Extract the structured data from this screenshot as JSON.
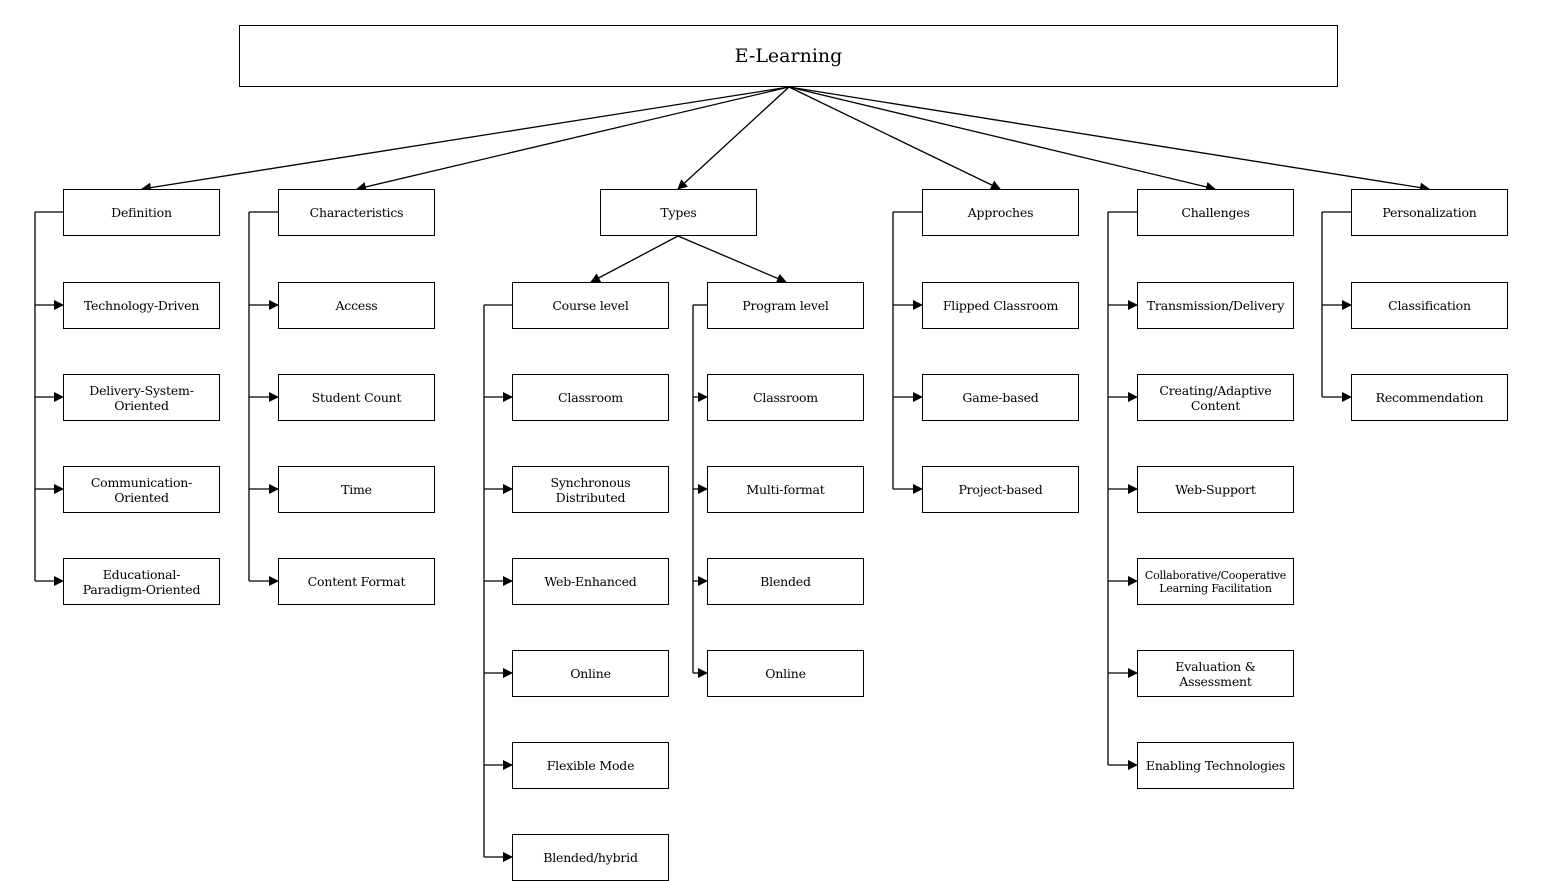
{
  "root": "E-Learning",
  "categories": {
    "definition": {
      "label": "Definition",
      "items": [
        "Technology-Driven",
        "Delivery-System-Oriented",
        "Communication-Oriented",
        "Educational-Paradigm-Oriented"
      ]
    },
    "characteristics": {
      "label": "Characteristics",
      "items": [
        "Access",
        "Student Count",
        "Time",
        "Content Format"
      ]
    },
    "types": {
      "label": "Types",
      "course": {
        "label": "Course level",
        "items": [
          "Classroom",
          "Synchronous Distributed",
          "Web-Enhanced",
          "Online",
          "Flexible Mode",
          "Blended/hybrid"
        ]
      },
      "program": {
        "label": "Program level",
        "items": [
          "Classroom",
          "Multi-format",
          "Blended",
          "Online"
        ]
      }
    },
    "approaches": {
      "label": "Approches",
      "items": [
        "Flipped Classroom",
        "Game-based",
        "Project-based"
      ]
    },
    "challenges": {
      "label": "Challenges",
      "items": [
        "Transmission/Delivery",
        "Creating/Adaptive Content",
        "Web-Support",
        "Collaborative/Cooperative Learning Facilitation",
        "Evaluation & Assessment",
        "Enabling Technologies"
      ]
    },
    "personalization": {
      "label": "Personalization",
      "items": [
        "Classification",
        "Recommendation"
      ]
    }
  }
}
